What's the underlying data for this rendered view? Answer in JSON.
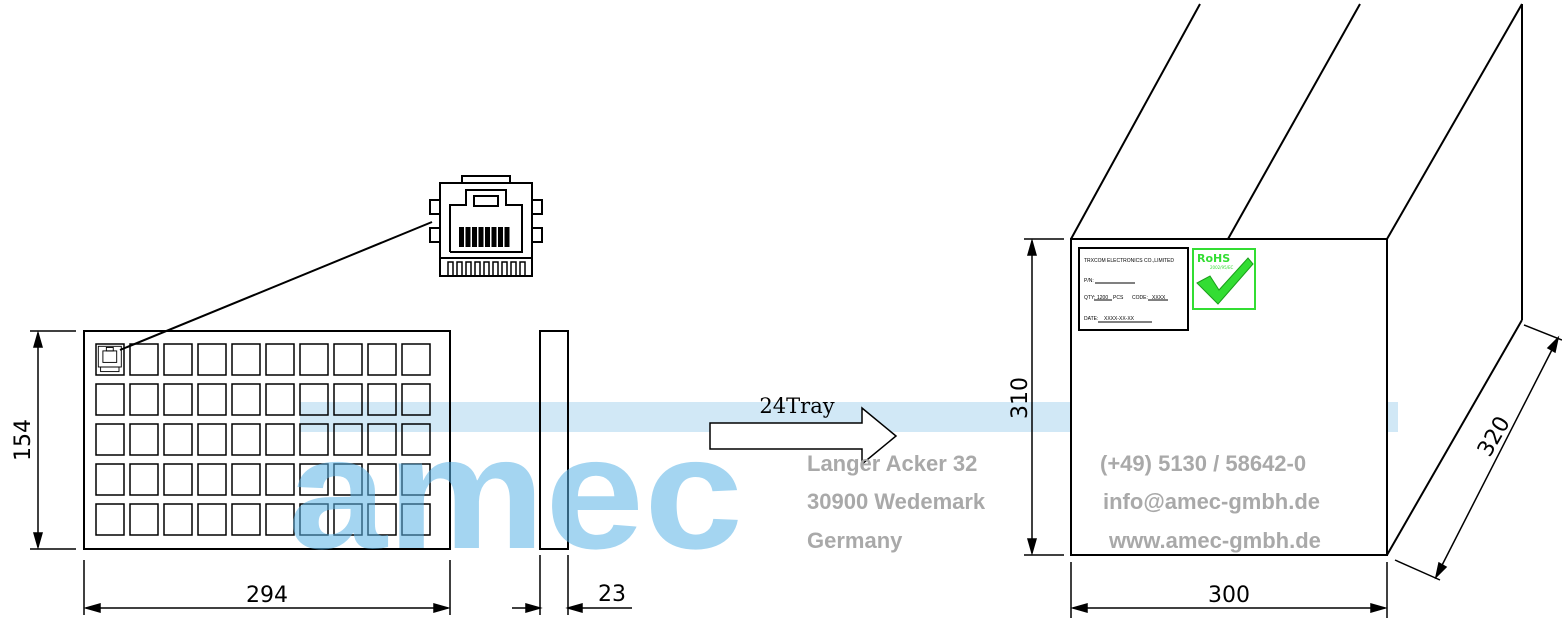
{
  "tray": {
    "width_label": "294",
    "height_label": "154",
    "rows": 5,
    "cols": 10
  },
  "side": {
    "thickness_label": "23"
  },
  "arrow": {
    "label": "24Tray"
  },
  "carton": {
    "height_label": "310",
    "width_label": "300",
    "depth_label": "320",
    "label_card": {
      "company": "TRXCOM ELECTRONICS CO.,LIMITED",
      "pn": "P/N:",
      "qty": "QTY:",
      "qty_value": "1200",
      "qty_unit": "PCS",
      "code": "CODE:",
      "code_value": "XXXX",
      "date": "DATE:",
      "date_value": "XXXX-XX-XX"
    },
    "rohs": {
      "title": "RoHS",
      "subtitle": "2002/95/EC",
      "color": "#33dd33"
    }
  },
  "watermark": {
    "brand": "amec",
    "address_line1": "Langer Acker 32",
    "address_line2": "30900 Wedemark",
    "address_line3": "Germany",
    "phone": "(+49) 5130 / 58642-0",
    "email": "info@amec-gmbh.de",
    "web": "www.amec-gmbh.de",
    "color": "#5bb3e6"
  }
}
